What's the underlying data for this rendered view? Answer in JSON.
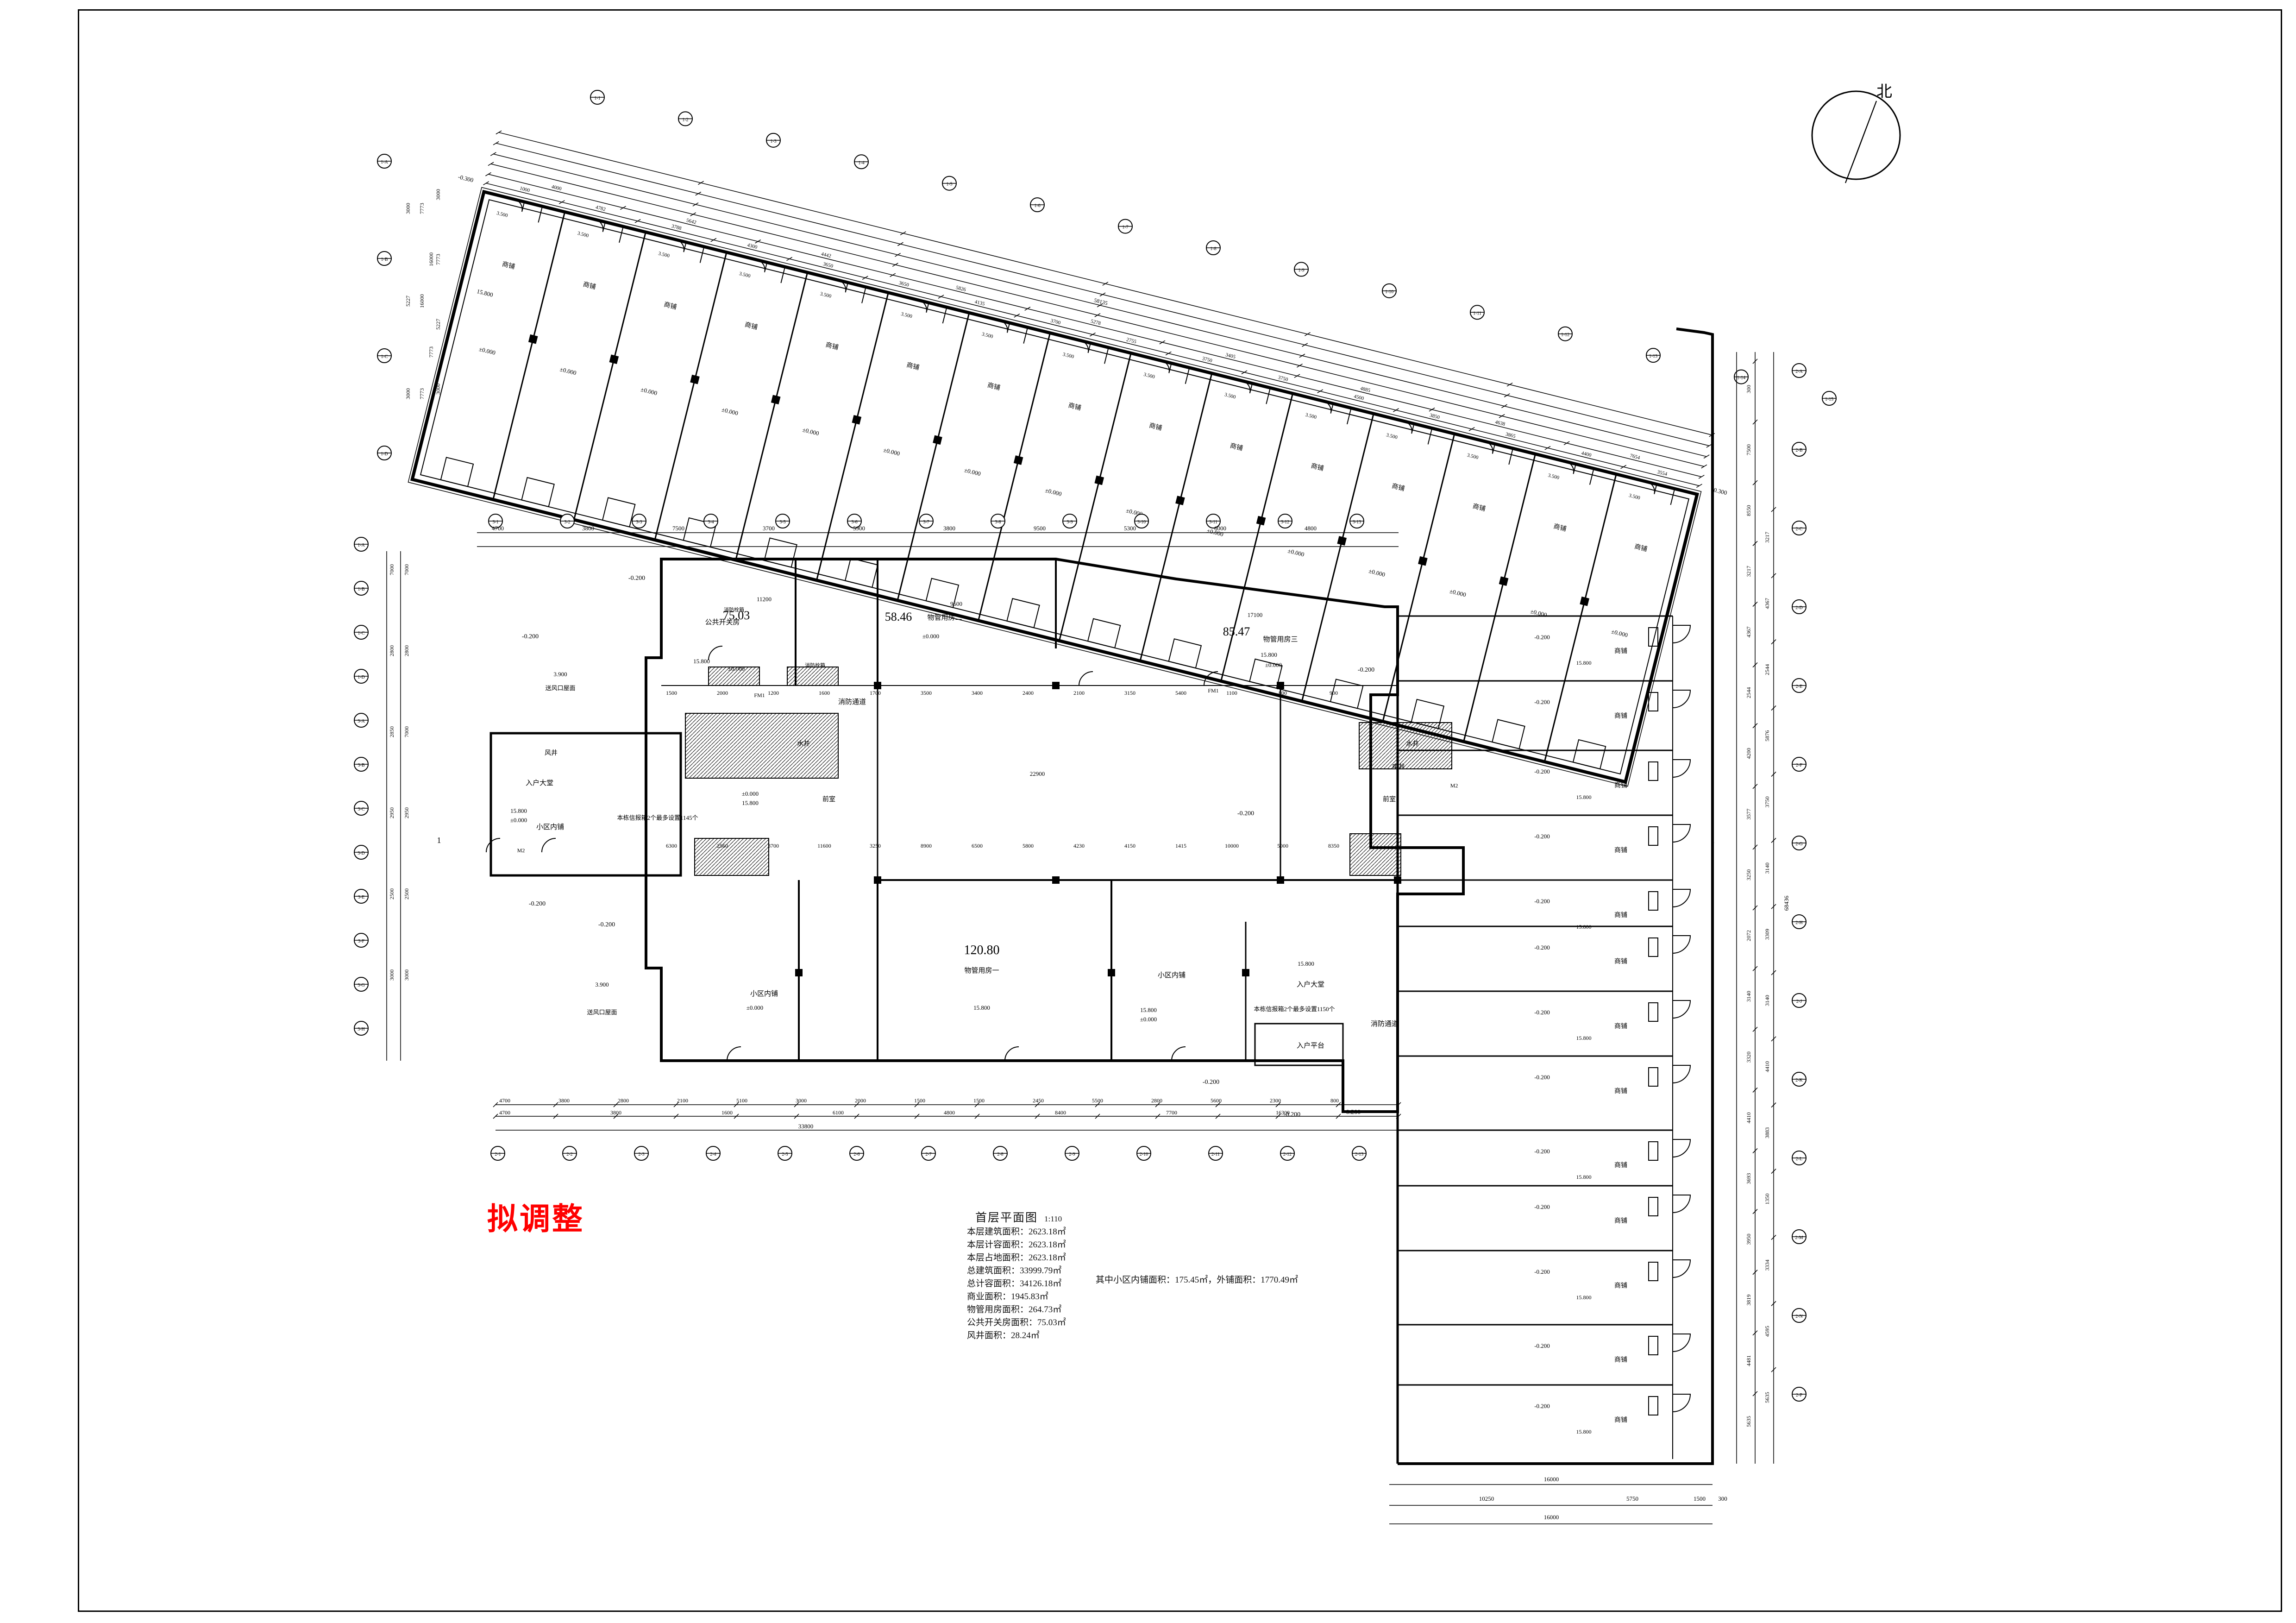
{
  "drawing": {
    "title": "首层平面图",
    "scale": "1:110",
    "revision_note": "拟调整",
    "north_label": "北"
  },
  "area_stats": [
    "本层建筑面积：2623.18㎡",
    "本层计容面积：2623.18㎡",
    "本层占地面积：2623.18㎡",
    "总建筑面积：33999.79㎡",
    "总计容面积：34126.18㎡",
    "商业面积：1945.83㎡",
    "物管用房面积：264.73㎡",
    "公共开关房面积：75.03㎡",
    "风井面积：28.24㎡"
  ],
  "area_note": "其中小区内铺面积：175.45㎡，外铺面积：1770.49㎡",
  "room_labels": {
    "shop": "商铺",
    "level_zero": "±0.000",
    "level_base": "15.800",
    "level_low": "-0.200",
    "level_top": "-0.300",
    "level_shop": "3.500",
    "level_well": "3.900",
    "public_switch": "公共开关房",
    "area_public_switch": "75.03",
    "property_room_1": "物管用房一",
    "property_room_2": "物管用房二",
    "property_room_3": "物管用房三",
    "area_property_1": "120.80",
    "area_property_2": "58.46",
    "area_property_3": "85.47",
    "entry_hall": "入户大堂",
    "inner_shop": "小区内铺",
    "fire_passage": "消防通道",
    "entry_platform": "入户平台",
    "water_well": "水井",
    "elec_well": "电井",
    "wind_well": "风井",
    "smoke": "排烟",
    "corridor": "前室",
    "wind_outlet": "送风口屋面",
    "mailbox_a": "本栋信报箱2个最多设置1145个",
    "mailbox_b": "本栋信报箱2个最多设置1150个",
    "door_fm": "FM1",
    "door_m": "M2",
    "fire_hydrant": "消防栓箱"
  },
  "dims": {
    "top_row_a": [
      "4000",
      "5642",
      "4442",
      "5826",
      "5278",
      "3405",
      "4885",
      "4638",
      "7654"
    ],
    "top_row_b": [
      "1000",
      "4782",
      "3788",
      "4300",
      "3650",
      "3650",
      "4135",
      "3700",
      "2755",
      "3750",
      "3750",
      "4500",
      "3850",
      "3865",
      "4400",
      "3554"
    ],
    "top_total": "58135",
    "row_3": [
      "4700",
      "3800",
      "7500",
      "3700",
      "5900",
      "3800",
      "9500",
      "5300",
      "6000",
      "4800"
    ],
    "row_6": [
      "11200",
      "9600",
      "17100",
      "22900"
    ],
    "bottom_a": [
      "4700",
      "3800",
      "2800",
      "2100",
      "5100",
      "3000",
      "2000",
      "1500",
      "1500",
      "2450",
      "5500",
      "2800",
      "5600",
      "2300",
      "800"
    ],
    "bottom_b": [
      "4700",
      "3800",
      "1600",
      "6100",
      "4800",
      "8400",
      "7700",
      "16300"
    ],
    "bottom_total": "33800",
    "bottom_right": [
      "16000",
      "10250",
      "5750",
      "1500",
      "300",
      "16000"
    ],
    "left_a": [
      "3000",
      "7773",
      "5227",
      "3000"
    ],
    "left_b": [
      "16000",
      "7773"
    ],
    "left_lower": [
      "7000",
      "2800",
      "2850",
      "2950",
      "2500",
      "3000"
    ],
    "left_lower_b": [
      "7000",
      "2800",
      "7000",
      "2950",
      "2500",
      "3000"
    ],
    "right_a": [
      "300",
      "7500",
      "8550",
      "3217",
      "4367",
      "2544",
      "4200",
      "3577",
      "3250",
      "2072",
      "3140",
      "3320",
      "4410",
      "3693",
      "3950",
      "3819",
      "4481",
      "5635"
    ],
    "right_b": [
      "3217",
      "4367",
      "2544",
      "5876",
      "3750",
      "3140",
      "3309",
      "3140",
      "4410",
      "3883",
      "1350",
      "3334",
      "4595",
      "5635"
    ],
    "right_total": "68436",
    "grid_top": [
      "1-1",
      "1-2",
      "1-3",
      "1-4",
      "1-5",
      "1-6",
      "1-7",
      "1-8",
      "1-9",
      "1-10",
      "1-11",
      "1-12",
      "1-13",
      "1-14",
      "1-15"
    ],
    "grid_mid": [
      "3-1",
      "3-2",
      "3-3",
      "3-4",
      "3-5",
      "3-6",
      "3-7",
      "3-8",
      "3-9",
      "3-10",
      "3-11",
      "3-12",
      "3-13"
    ],
    "grid_left": [
      "1-A",
      "1-B",
      "1-C",
      "1-D",
      "3-A",
      "3-B",
      "3-C",
      "3-D",
      "3-E",
      "3-F",
      "3-G",
      "3-H"
    ],
    "grid_right": [
      "2-A",
      "2-B",
      "2-C",
      "2-D",
      "2-E",
      "2-F",
      "2-G",
      "2-H",
      "2-J",
      "2-K",
      "2-L",
      "2-M",
      "2-N",
      "2-P"
    ],
    "grid_bottom": [
      "2-1",
      "2-2",
      "2-3",
      "2-4",
      "2-5",
      "2-6",
      "2-7",
      "2-8",
      "2-9",
      "2-10",
      "2-11",
      "2-12",
      "2-13"
    ],
    "misc": [
      "1500",
      "2000",
      "1200",
      "1600",
      "1700",
      "3500",
      "3400",
      "2400",
      "2100",
      "3150",
      "5400",
      "1100",
      "800",
      "900",
      "6300",
      "2560",
      "3700",
      "11600",
      "3250",
      "8900",
      "6500",
      "5800",
      "4230",
      "4150",
      "1415",
      "10000",
      "5000",
      "8350"
    ],
    "section_mark": "1"
  }
}
